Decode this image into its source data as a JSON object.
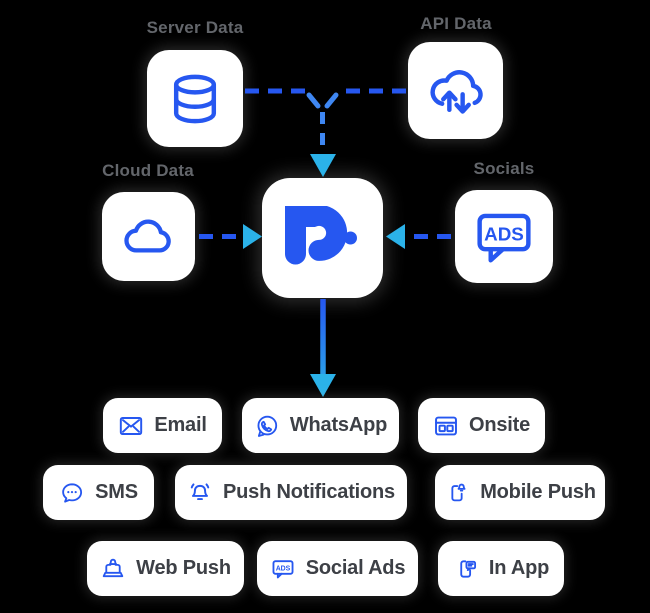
{
  "colors": {
    "accent": "#2657f0",
    "accentLight": "#3f87f2",
    "cyan": "#2bb2e9",
    "label": "#63666b",
    "chipText": "#3d4046",
    "cardBg": "#ffffff",
    "canvasBg": "#000000"
  },
  "sources": [
    {
      "label": "Server Data",
      "icon": "database-icon"
    },
    {
      "label": "API Data",
      "icon": "cloud-transfer-icon"
    },
    {
      "label": "Cloud Data",
      "icon": "cloud-icon"
    },
    {
      "label": "Socials",
      "icon": "ads-bubble-icon"
    }
  ],
  "hub": {
    "logo": "d-dot-logo"
  },
  "channels": [
    {
      "label": "Email",
      "icon": "email-icon"
    },
    {
      "label": "WhatsApp",
      "icon": "whatsapp-icon"
    },
    {
      "label": "Onsite",
      "icon": "browser-layout-icon"
    },
    {
      "label": "SMS",
      "icon": "chat-dots-icon"
    },
    {
      "label": "Push Notifications",
      "icon": "bell-icon"
    },
    {
      "label": "Mobile Push",
      "icon": "phone-bell-icon"
    },
    {
      "label": "Web Push",
      "icon": "laptop-bell-icon"
    },
    {
      "label": "Social Ads",
      "icon": "ads-bubble-small-icon"
    },
    {
      "label": "In App",
      "icon": "phone-message-icon"
    }
  ],
  "ads_text": "ADS"
}
